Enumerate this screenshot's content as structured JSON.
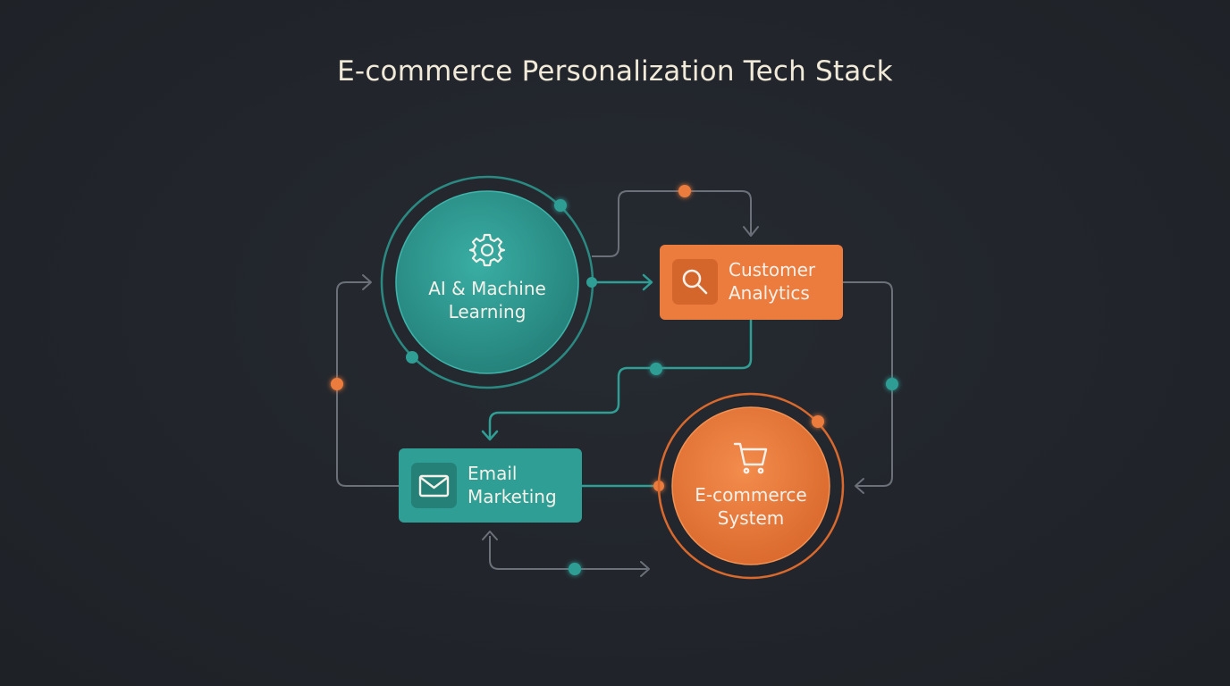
{
  "title": "E-commerce Personalization Tech Stack",
  "colors": {
    "background": "#22262c",
    "teal": "#2f9e95",
    "orange": "#ec7c3e",
    "connector": "#6b7079",
    "title_text": "#f1ead9"
  },
  "nodes": {
    "ai_ml": {
      "label_line1": "AI & Machine",
      "label_line2": "Learning",
      "icon": "gear-icon"
    },
    "customer_analytics": {
      "label_line1": "Customer",
      "label_line2": "Analytics",
      "icon": "search-icon"
    },
    "email_marketing": {
      "label_line1": "Email",
      "label_line2": "Marketing",
      "icon": "mail-icon"
    },
    "ecommerce_system": {
      "label_line1": "E-commerce",
      "label_line2": "System",
      "icon": "cart-icon"
    }
  }
}
